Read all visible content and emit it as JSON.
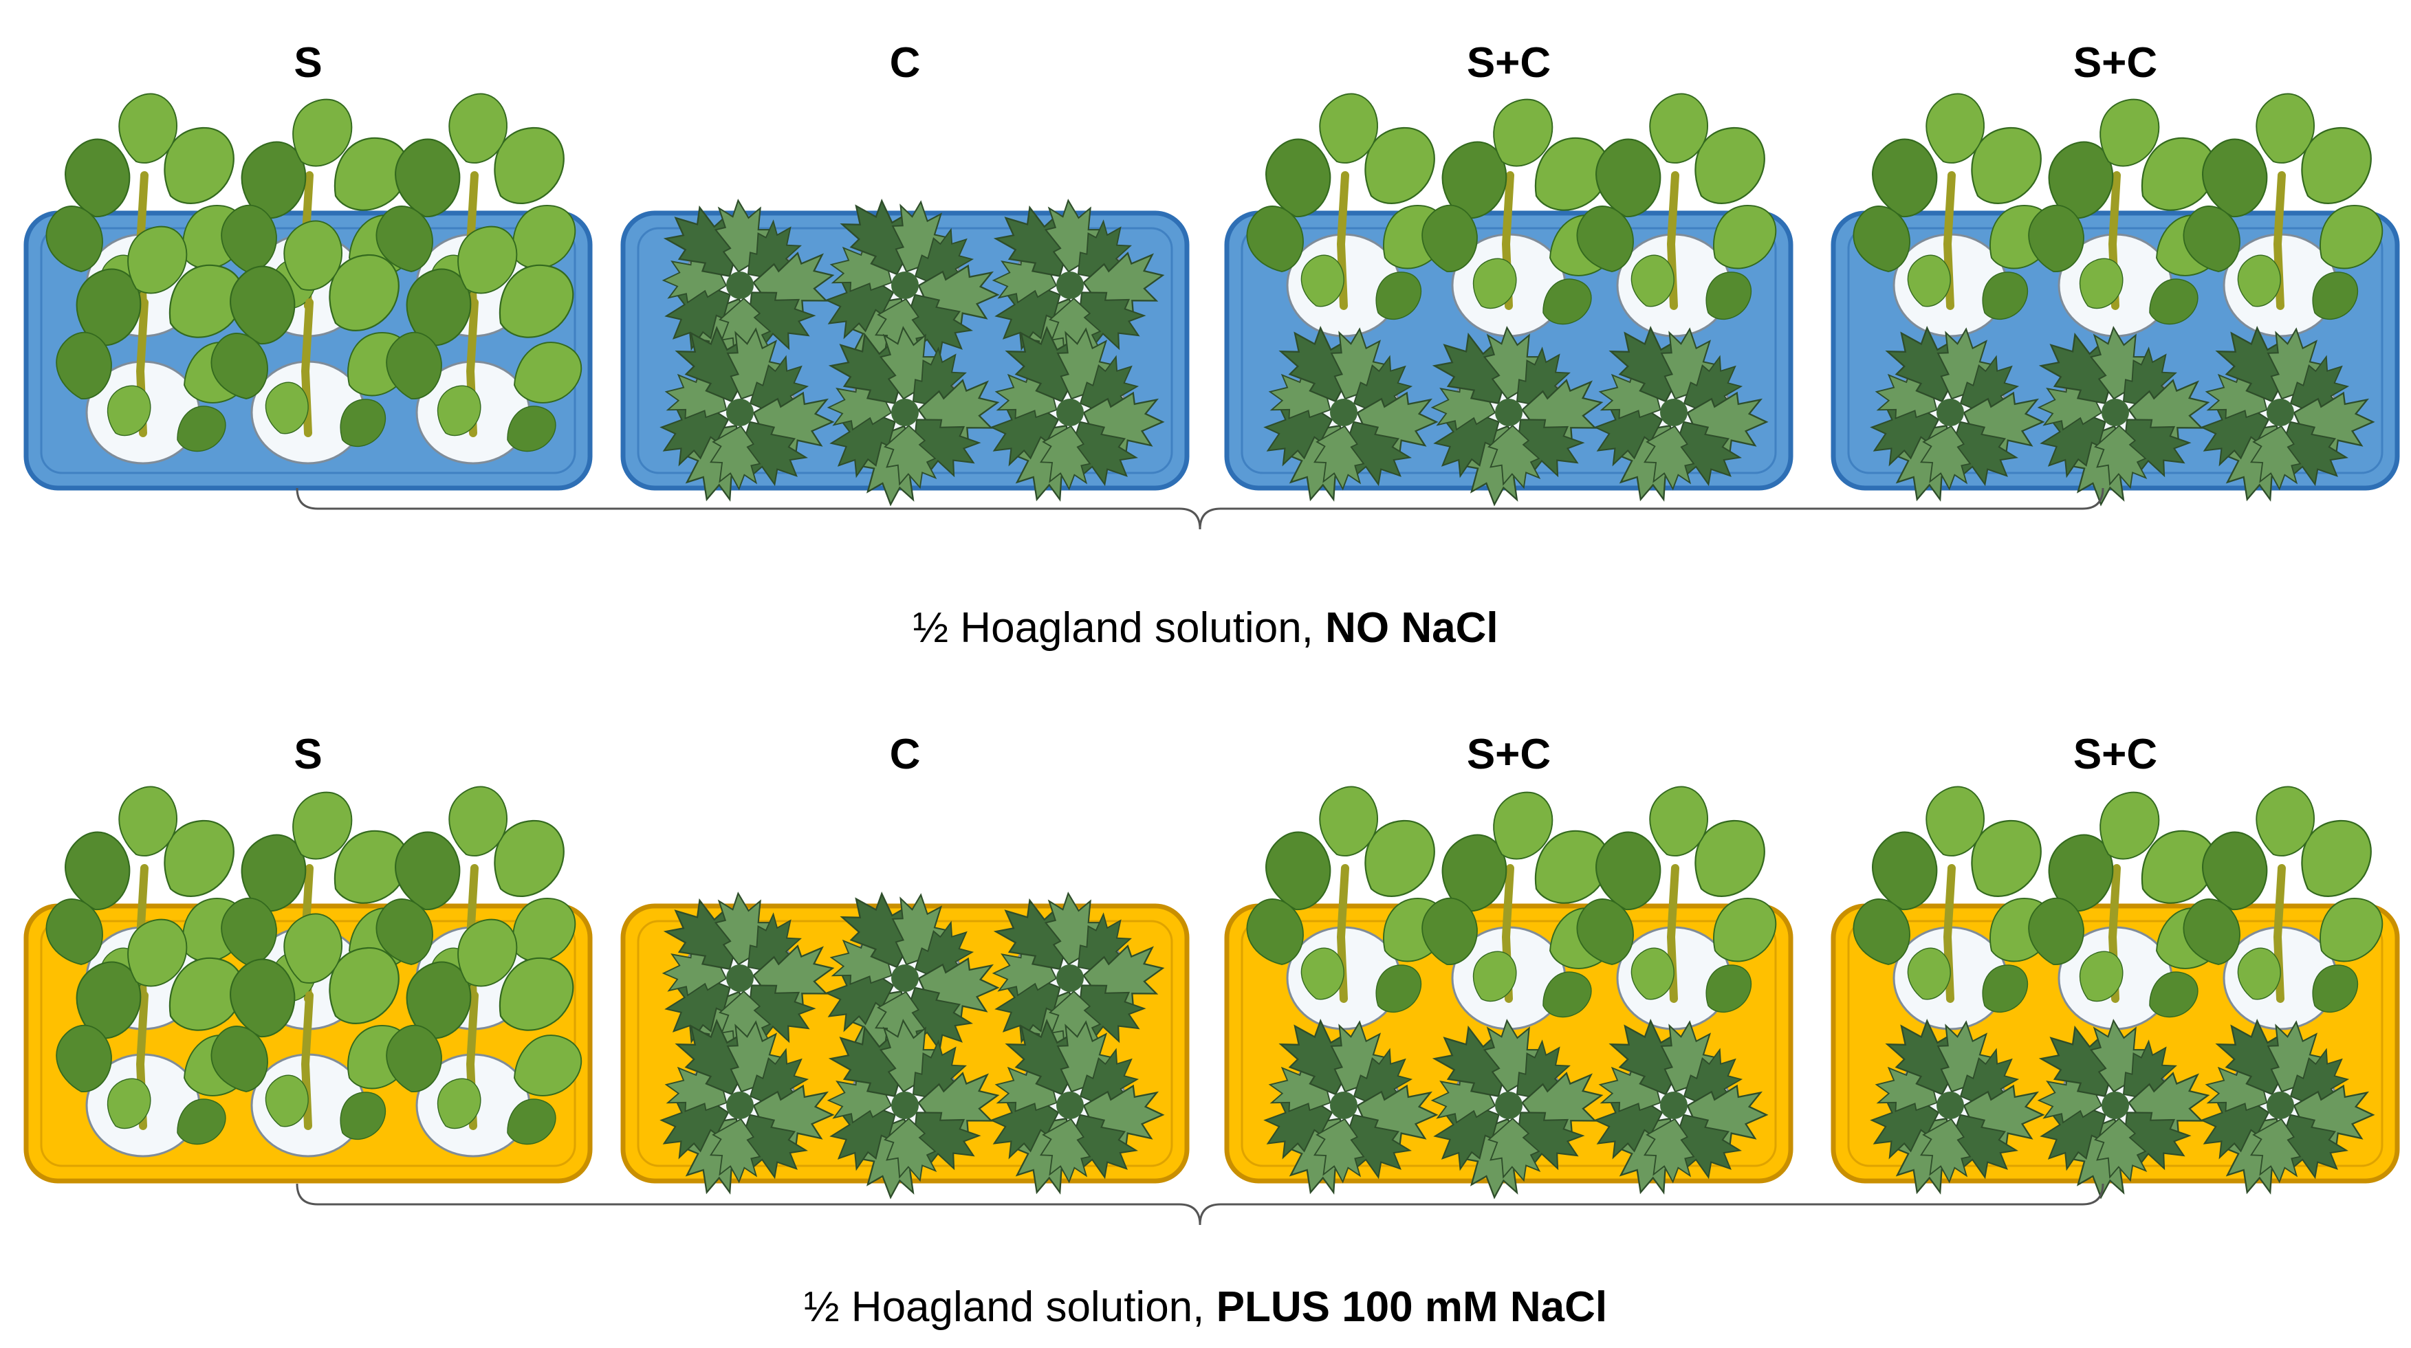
{
  "rows": [
    {
      "solution_color": "#5b9bd5",
      "solution_edge": "#2e6fb5",
      "trays": [
        {
          "label": "S",
          "plants": [
            "soybean",
            "soybean",
            "soybean",
            "soybean",
            "soybean",
            "soybean"
          ]
        },
        {
          "label": "C",
          "plants": [
            "quinoa",
            "quinoa",
            "quinoa",
            "quinoa",
            "quinoa",
            "quinoa"
          ]
        },
        {
          "label": "S+C",
          "plants": [
            "soybean",
            "soybean",
            "soybean",
            "quinoa",
            "quinoa",
            "quinoa"
          ]
        },
        {
          "label": "S+C",
          "plants": [
            "soybean",
            "soybean",
            "soybean",
            "quinoa",
            "quinoa",
            "quinoa"
          ]
        }
      ],
      "caption": {
        "prefix": "½ Hoagland solution, ",
        "bold": "NO NaCl"
      }
    },
    {
      "solution_color": "#ffc000",
      "solution_edge": "#c98f00",
      "trays": [
        {
          "label": "S",
          "plants": [
            "soybean",
            "soybean",
            "soybean",
            "soybean",
            "soybean",
            "soybean"
          ]
        },
        {
          "label": "C",
          "plants": [
            "quinoa",
            "quinoa",
            "quinoa",
            "quinoa",
            "quinoa",
            "quinoa"
          ]
        },
        {
          "label": "S+C",
          "plants": [
            "soybean",
            "soybean",
            "soybean",
            "quinoa",
            "quinoa",
            "quinoa"
          ]
        },
        {
          "label": "S+C",
          "plants": [
            "soybean",
            "soybean",
            "soybean",
            "quinoa",
            "quinoa",
            "quinoa"
          ]
        }
      ],
      "caption": {
        "prefix": "½ Hoagland solution, ",
        "bold": "PLUS 100 mM NaCl"
      }
    }
  ],
  "colors": {
    "soybean_leaf": "#7cb342",
    "soybean_leaf_dark": "#558b2f",
    "soybean_stem": "#9e9d24",
    "quinoa_leaf": "#6b9a5e",
    "quinoa_leaf_dark": "#3f6b3a",
    "hole": "#f4f8fb",
    "bracket": "#555555"
  }
}
